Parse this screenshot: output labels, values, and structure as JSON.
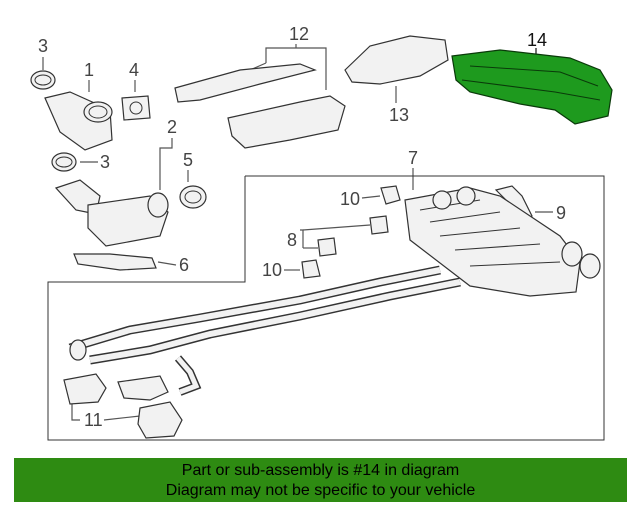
{
  "diagram": {
    "callouts": {
      "c1": "1",
      "c2": "2",
      "c3a": "3",
      "c3b": "3",
      "c4": "4",
      "c5": "5",
      "c6": "6",
      "c7": "7",
      "c8": "8",
      "c9": "9",
      "c10a": "10",
      "c10b": "10",
      "c11": "11",
      "c12": "12",
      "c13": "13",
      "c14": "14"
    },
    "highlight_color": "#1e9a1e"
  },
  "banner": {
    "line1": "Part or sub-assembly is #14 in diagram",
    "line2": "Diagram may not be specific to your vehicle",
    "color": "#2e8b12"
  }
}
